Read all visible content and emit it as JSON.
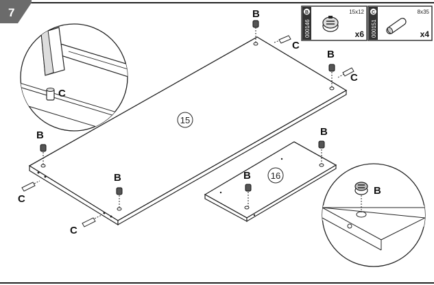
{
  "step": {
    "number": "7"
  },
  "panels": {
    "large": "15",
    "small": "16"
  },
  "callouts": {
    "cam": "B",
    "dowel": "C"
  },
  "parts": [
    {
      "code": "000146",
      "letter": "B",
      "size": "15x12",
      "qty": "x6",
      "icon": "cam-lock-icon"
    },
    {
      "code": "000151",
      "letter": "C",
      "size": "8x35",
      "qty": "x4",
      "icon": "wooden-dowel-icon"
    }
  ],
  "insets": [
    {
      "name": "hammer-detail",
      "label": "C",
      "icon": "hammer-icon"
    },
    {
      "name": "cam-detail",
      "label": "B",
      "icon": "cam-lock-icon"
    }
  ]
}
